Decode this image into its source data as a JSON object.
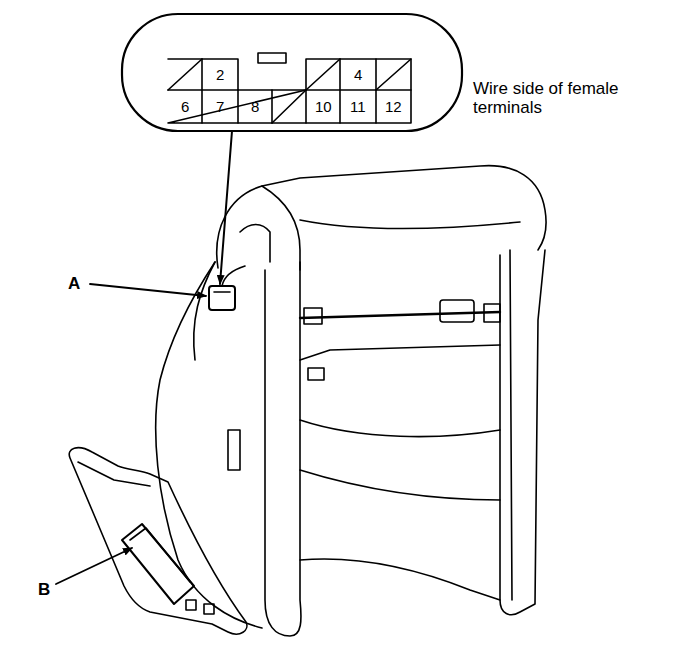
{
  "diagram": {
    "labels": [
      "2",
      "4",
      "6",
      "7",
      "8",
      "10",
      "11",
      "12",
      "Wire side of female terminals",
      "A",
      "B"
    ]
  }
}
